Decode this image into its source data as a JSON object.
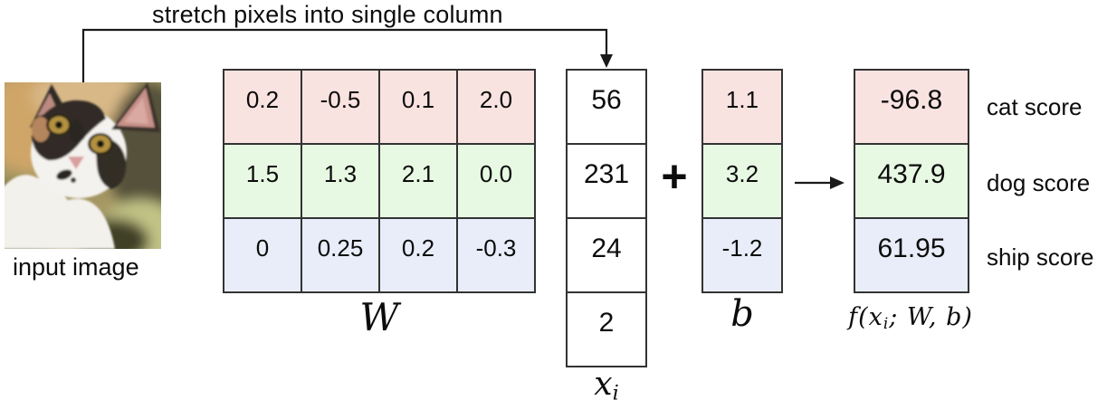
{
  "title": "stretch pixels into single column",
  "input_image": {
    "caption": "input image"
  },
  "weight_matrix": {
    "label": "W",
    "rows": [
      {
        "category": "cat",
        "values": [
          "0.2",
          "-0.5",
          "0.1",
          "2.0"
        ]
      },
      {
        "category": "dog",
        "values": [
          "1.5",
          "1.3",
          "2.1",
          "0.0"
        ]
      },
      {
        "category": "ship",
        "values": [
          "0",
          "0.25",
          "0.2",
          "-0.3"
        ]
      }
    ]
  },
  "input_vector": {
    "label_base": "x",
    "label_sub": "i",
    "values": [
      "56",
      "231",
      "24",
      "2"
    ]
  },
  "operator_plus": "+",
  "bias_vector": {
    "label": "b",
    "values": [
      "1.1",
      "3.2",
      "-1.2"
    ]
  },
  "output_vector": {
    "label_prefix": "f(x",
    "label_sub": "i",
    "label_suffix": "; W, b)",
    "values": [
      "-96.8",
      "437.9",
      "61.95"
    ],
    "score_labels": [
      "cat score",
      "dog score",
      "ship score"
    ]
  },
  "colors": {
    "cat_row": "#f9e3e0",
    "dog_row": "#e7f8e3",
    "ship_row": "#e8edf9",
    "line": "#1a1a1a"
  }
}
